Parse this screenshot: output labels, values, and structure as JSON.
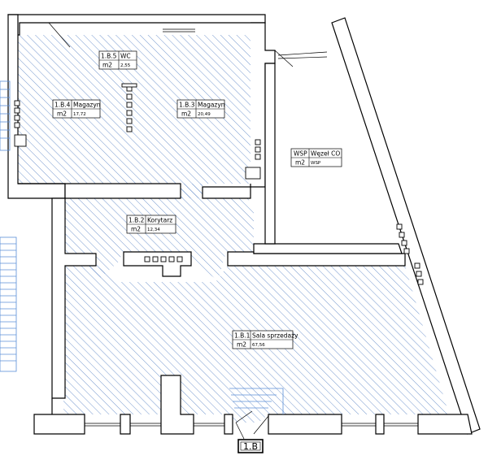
{
  "rooms": [
    {
      "code": "1.B.5",
      "name": "WC",
      "unit": "m2",
      "area": "2,55"
    },
    {
      "code": "1.B.4",
      "name": "Magazyn",
      "unit": "m2",
      "area": "17,72"
    },
    {
      "code": "1.B.3",
      "name": "Magazyn",
      "unit": "m2",
      "area": "20,49"
    },
    {
      "code": "1.B.2",
      "name": "Korytarz",
      "unit": "m2",
      "area": "12,34"
    },
    {
      "code": "1.B.1",
      "name": "Sala  sprzedaży",
      "unit": "m2",
      "area": "67,56"
    },
    {
      "code": "WSP",
      "name": "Węzeł CO",
      "unit": "m2",
      "area": "WSP"
    }
  ],
  "entrance_label": "1.B",
  "colors": {
    "hatch": "#4a78c0",
    "wall": "#000000",
    "stair": "#5b8fd8"
  }
}
